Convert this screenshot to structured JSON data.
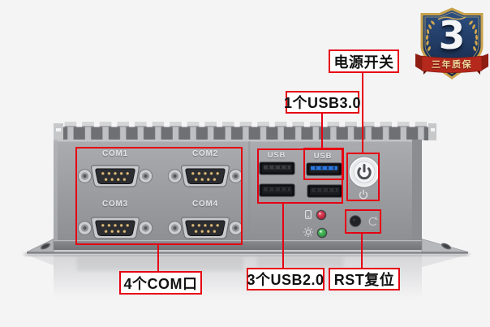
{
  "scene": {
    "background_color": "#f4f4f5",
    "annotation_color": "#e60012",
    "label_text_color": "#121212"
  },
  "badge": {
    "number": "3",
    "ribbon_text": "三年质保",
    "shield_color": "#1b3158",
    "gold_color": "#c9a24a",
    "ribbon_color": "#b5281c"
  },
  "device": {
    "silkscreen": {
      "com": [
        "COM1",
        "COM2",
        "COM3",
        "COM4"
      ],
      "usb_top_left": "USB",
      "usb_top_right": "USB"
    },
    "colors": {
      "chassis": "#9a9b9f",
      "usb3_tongue": "#2b79e0",
      "led_red": "#c41230",
      "led_green": "#2fa444"
    }
  },
  "annotations": {
    "power": {
      "label": "电源开关"
    },
    "usb3": {
      "label": "1个USB3.0"
    },
    "com": {
      "label": "4个COM口"
    },
    "usb2": {
      "label": "3个USB2.0"
    },
    "rst": {
      "label": "RST复位"
    }
  }
}
